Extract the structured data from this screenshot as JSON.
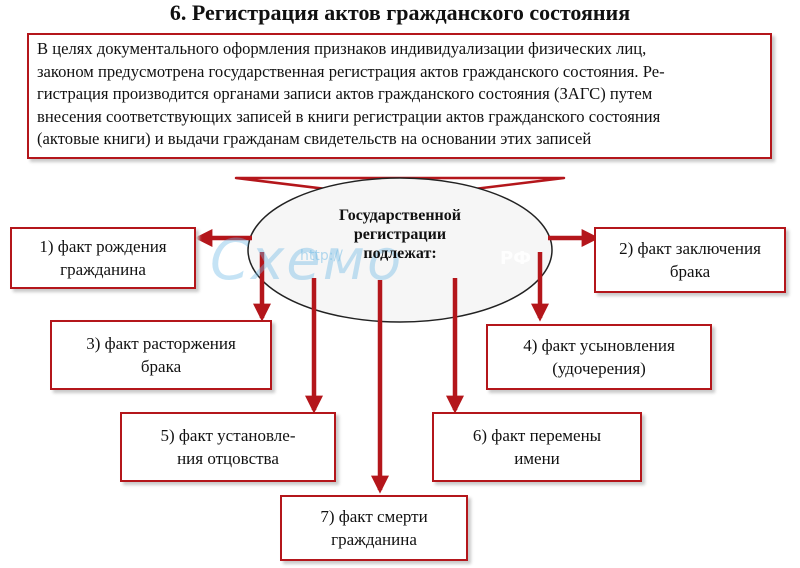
{
  "title": "6. Регистрация актов гражданского состояния",
  "intro_lines": [
    "В целях документального оформления признаков индивидуализации физических лиц,",
    "законом предусмотрена государственная регистрация актов гражданского состояния. Ре-",
    "гистрация производится органами записи актов гражданского состояния (ЗАГС) путем",
    "внесения соответствующих записей в книги регистрации актов гражданского состояния",
    "(актовые книги) и выдачи гражданам свидетельств на основании этих записей"
  ],
  "center_lines": [
    "Государственной",
    "регистрации",
    "подлежат:"
  ],
  "facts": [
    {
      "line1": "1) факт рождения",
      "line2": "гражданина"
    },
    {
      "line1": "2) факт заключения",
      "line2": "брака"
    },
    {
      "line1": "3) факт расторжения",
      "line2": "брака"
    },
    {
      "line1": "4) факт усыновления",
      "line2": "(удочерения)"
    },
    {
      "line1": "5) факт установле-",
      "line2": "ния отцовства"
    },
    {
      "line1": "6) факт перемены",
      "line2": "имени"
    },
    {
      "line1": "7) факт смерти",
      "line2": "гражданина"
    }
  ],
  "watermark": {
    "text": "Схемо",
    "url": "http://",
    "suffix": "РФ"
  },
  "colors": {
    "accent": "#b4161b",
    "ellipse_fill": "#f6f6f6",
    "watermark": "#6eb9e6"
  }
}
